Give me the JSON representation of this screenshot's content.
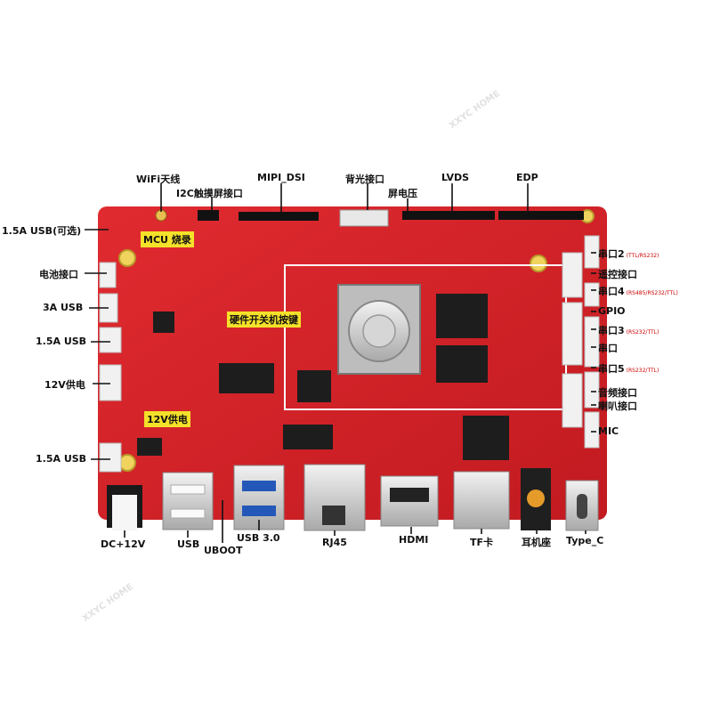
{
  "colors": {
    "board": "#d9232a",
    "board_dark": "#a8161c",
    "silk": "#ffffff",
    "label_marker": "#f4e12a",
    "accent_red": "#cc0000"
  },
  "labels": {
    "wifi": "WiFi天线",
    "i2c": "I2C触摸屏接口",
    "mipi": "MIPI_DSI",
    "backlight": "背光接口",
    "screen_voltage": "屏电压",
    "lvds": "LVDS",
    "edp": "EDP",
    "usb_left_top": "1.5A USB(可选)",
    "battery": "电池接口",
    "usb_3a": "3A USB",
    "usb_15a_mid": "1.5A USB",
    "power_12v_left": "12V供电",
    "usb_15a_low": "1.5A USB",
    "uart2": "串口2",
    "uart2_sub": "(TTL/RS232)",
    "remote": "遥控接口",
    "uart4": "串口4",
    "uart4_sub": "(RS485/RS232/TTL)",
    "gpio": "GPIO",
    "uart3": "串口3",
    "uart3_sub": "(RS232/TTL)",
    "uart_extra": "串口",
    "uart5": "串口5",
    "uart5_sub": "(RS232/TTL)",
    "audio": "音频接口",
    "speaker": "喇叭接口",
    "mic": "MIC",
    "dc": "DC+12V",
    "usb_bottom": "USB",
    "uboot": "UBOOT",
    "usb3": "USB 3.0",
    "rj45": "RJ45",
    "hdmi": "HDMI",
    "tf": "TF卡",
    "earphone": "耳机座",
    "typec": "Type_C"
  },
  "board_tags": {
    "mcu": "MCU 烧录",
    "power_switch": "硬件开关机按键",
    "power_12v": "12V供电"
  },
  "watermark": "XXYC HOME"
}
